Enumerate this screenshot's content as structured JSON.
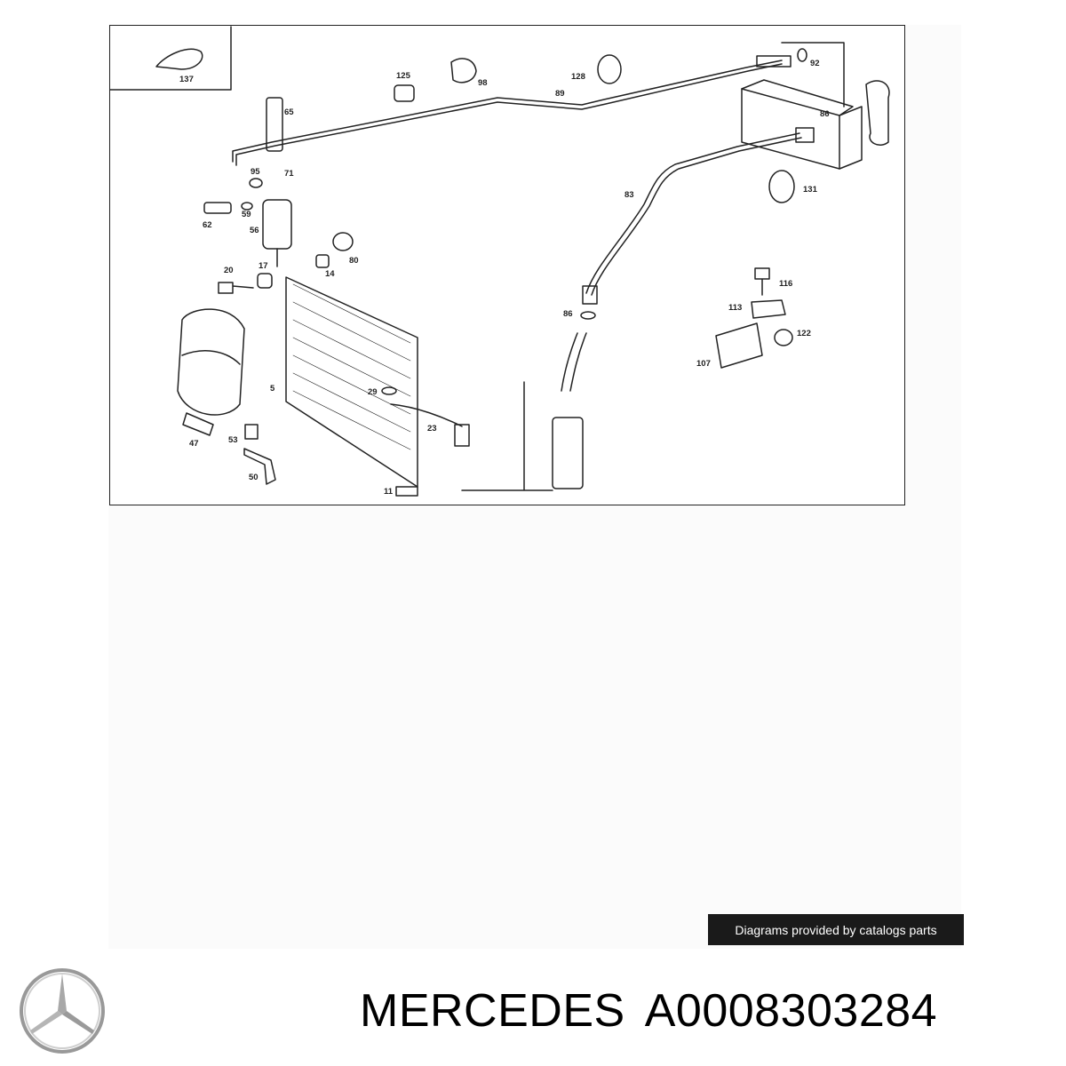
{
  "diagram": {
    "callouts": [
      "137",
      "125",
      "98",
      "128",
      "92",
      "89",
      "65",
      "86",
      "95",
      "71",
      "59",
      "62",
      "56",
      "83",
      "131",
      "80",
      "14",
      "20",
      "17",
      "86",
      "116",
      "113",
      "122",
      "107",
      "5",
      "29",
      "23",
      "47",
      "53",
      "50",
      "11"
    ]
  },
  "footer": {
    "credit": "Diagrams provided by catalogs parts",
    "brand": "MERCEDES",
    "part_number": "A0008303284"
  },
  "colors": {
    "line": "#222222",
    "credit_bg": "#1a1a1a"
  }
}
